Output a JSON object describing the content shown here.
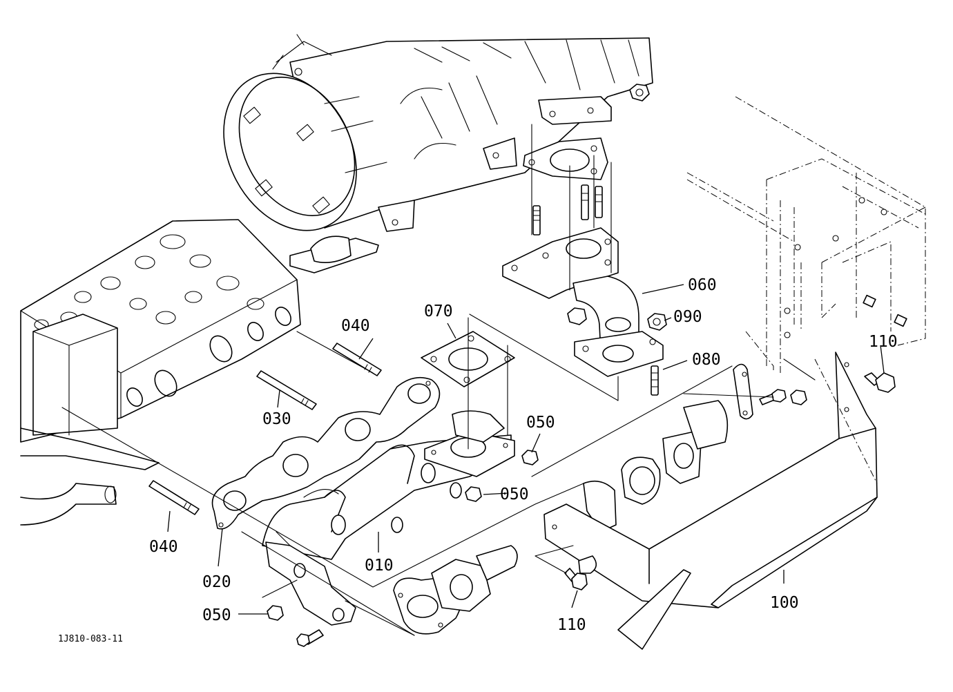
{
  "drawing_ref": "1J810-083-11",
  "callouts": {
    "c010": "010",
    "c020": "020",
    "c030": "030",
    "c040_top": "040",
    "c040_bottom": "040",
    "c050_right": "050",
    "c050_mid": "050",
    "c050_bottom": "050",
    "c060": "060",
    "c070": "070",
    "c080": "080",
    "c090": "090",
    "c100": "100",
    "c110_top": "110",
    "c110_bottom": "110"
  }
}
